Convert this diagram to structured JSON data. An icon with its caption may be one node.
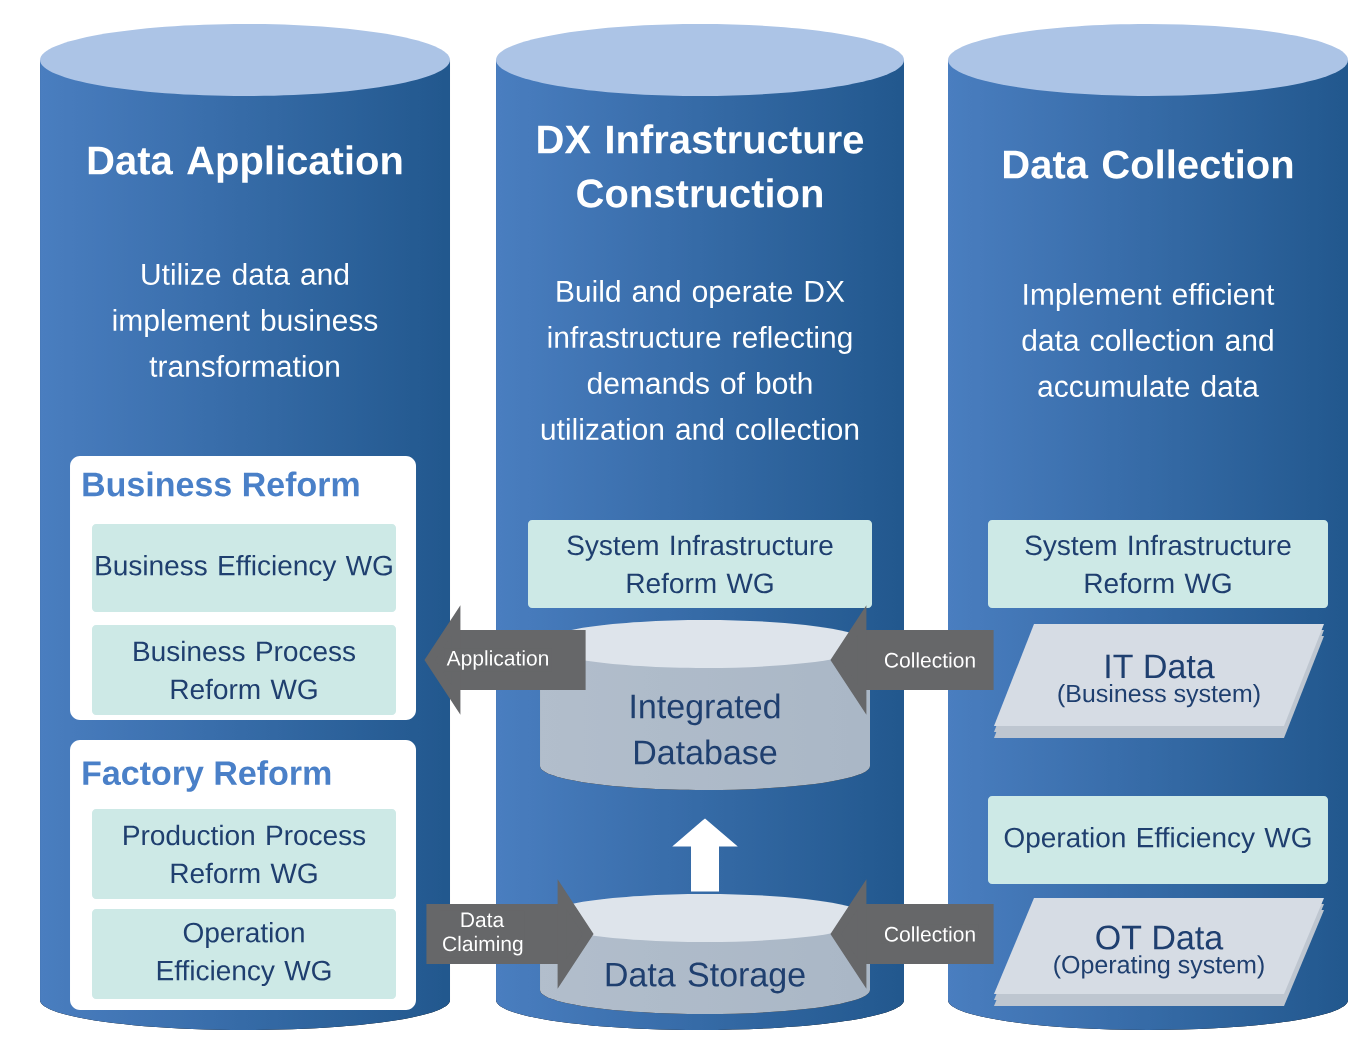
{
  "diagram": {
    "nodes": [
      {
        "text": [
          "Data Application",
          "Utilize data and implement business transformation"
        ]
      },
      {
        "text": [
          "Business Reform"
        ],
        "in": 0
      },
      {
        "text": [
          "Business Efficiency WG"
        ],
        "in": 1
      },
      {
        "text": [
          "Business Process Reform WG"
        ],
        "in": 1
      },
      {
        "text": [
          "Factory Reform"
        ],
        "in": 0
      },
      {
        "text": [
          "Production Process Reform WG"
        ],
        "in": 4
      },
      {
        "text": [
          "Operation Efficiency WG"
        ],
        "in": 4
      },
      {
        "text": [
          "DX Infrastructure Construction",
          "Build and operate DX infrastructure reflecting demands of both utilization and collection"
        ]
      },
      {
        "text": [
          "System Infrastructure Reform WG"
        ],
        "in": 7
      },
      {
        "text": [
          "Integrated Database"
        ],
        "in": 7
      },
      {
        "text": [
          "Data Storage"
        ],
        "in": 7
      },
      {
        "text": [
          "Data Collection",
          "Implement efficient data collection and accumulate data"
        ]
      },
      {
        "text": [
          "System Infrastructure Reform WG"
        ],
        "in": 11
      },
      {
        "text": [
          "IT Data",
          "(Business system)"
        ],
        "in": 11
      },
      {
        "text": [
          "Operation Efficiency WG"
        ],
        "in": 11
      },
      {
        "text": [
          "OT Data",
          "(Operating system)"
        ],
        "in": 11
      }
    ],
    "edges": [
      {
        "from": 9,
        "to": 1,
        "arrow": "to",
        "label": "Application"
      },
      {
        "from": 13,
        "to": 9,
        "arrow": "to",
        "label": "Collection"
      },
      {
        "from": 4,
        "to": 10,
        "arrow": "to",
        "label": "Data Claiming"
      },
      {
        "from": 15,
        "to": 10,
        "arrow": "to",
        "label": "Collection"
      },
      {
        "from": 10,
        "to": 9,
        "arrow": "to",
        "color": "#ffffff"
      }
    ]
  }
}
